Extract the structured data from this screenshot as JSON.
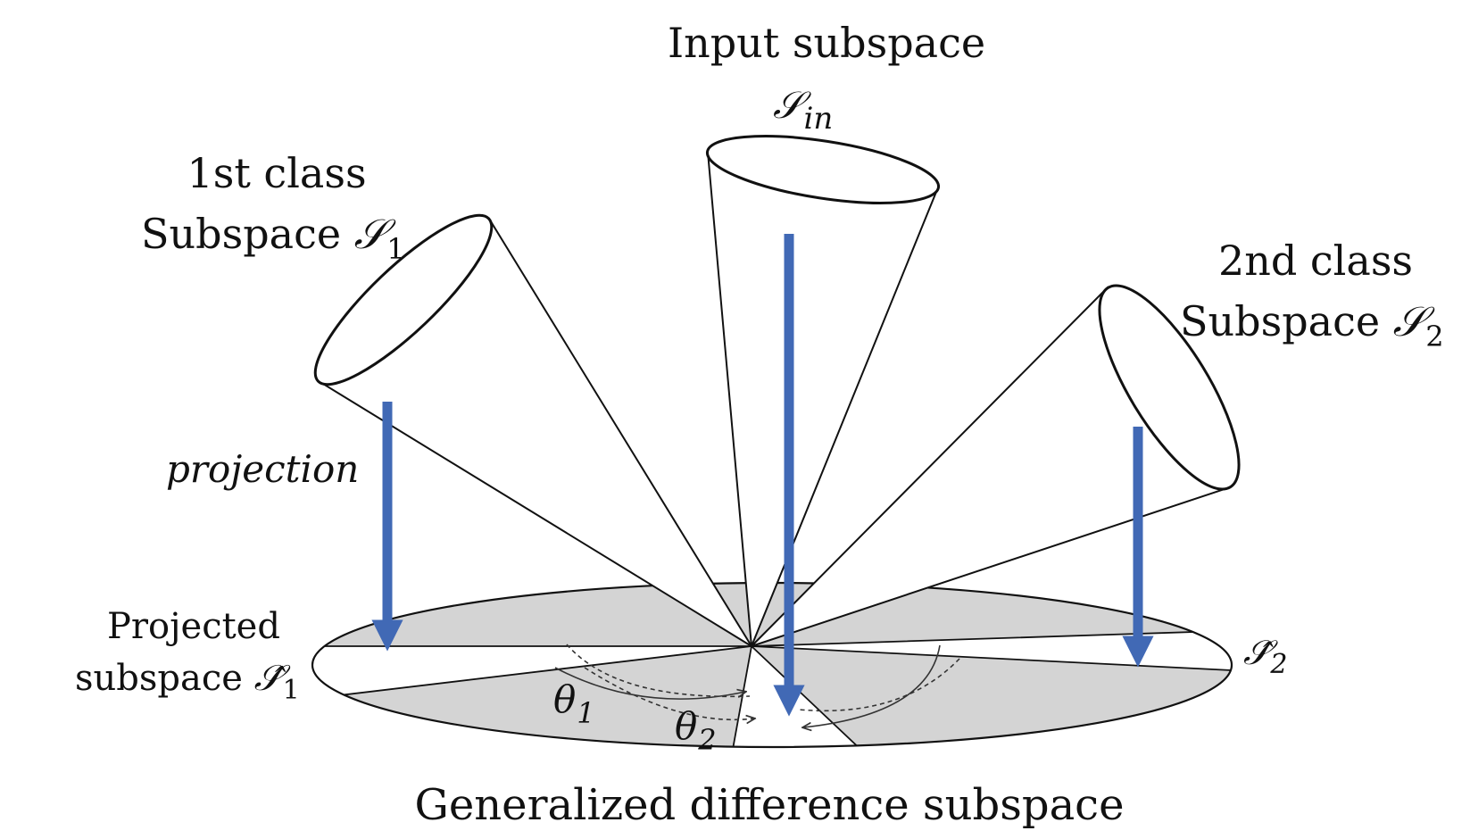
{
  "labels": {
    "input_line1": "Input subspace",
    "input_symbol": "𝒮",
    "input_sub": "in",
    "class1_line1": "1st class",
    "class1_line2": "Subspace ",
    "class1_symbol": "𝒮",
    "class1_sub": "1",
    "class2_line1": "2nd class",
    "class2_line2": "Subspace ",
    "class2_symbol": "𝒮",
    "class2_sub": "2",
    "projection": "projection",
    "projected_line1": "Projected",
    "projected_line2": "subspace ",
    "projected_symbol": "𝒮̂",
    "projected_sub": "1",
    "s2hat_symbol": "𝒮̂",
    "s2hat_sub": "2",
    "theta1_symbol": "θ",
    "theta1_sub": "1",
    "theta2_symbol": "θ",
    "theta2_sub": "2",
    "caption": "Generalized difference subspace"
  },
  "colors": {
    "projection_arrow": "#4169b5",
    "plane_shade": "#d4d4d4",
    "outline": "#111111"
  }
}
